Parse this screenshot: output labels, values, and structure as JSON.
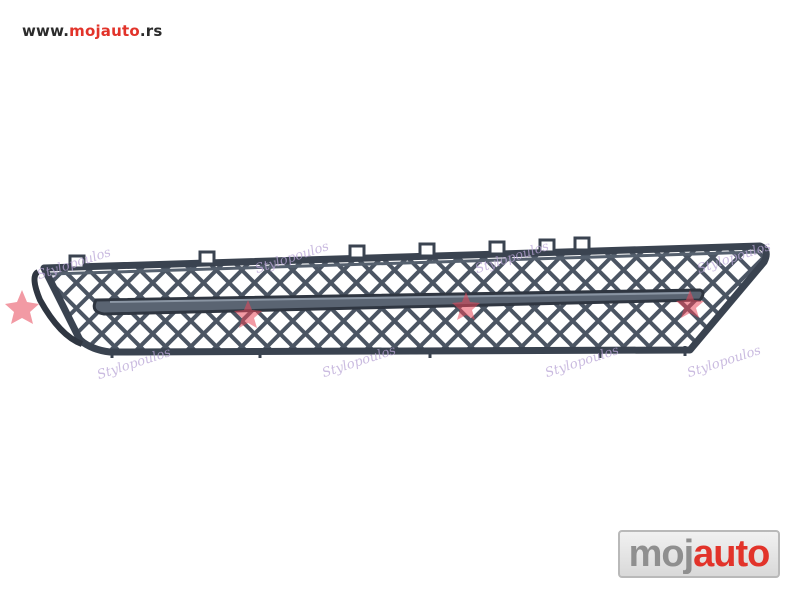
{
  "header": {
    "url_prefix": "www.",
    "url_brand": "mojauto",
    "url_suffix": ".rs"
  },
  "watermarks": {
    "text": "Stylopoulos"
  },
  "logo": {
    "part1": "moj",
    "part2": "auto"
  },
  "colors": {
    "url_dark": "#2b2b2b",
    "url_brand": "#e2332a",
    "logo_dark": "#8f8f8f",
    "logo_brand": "#e2332a",
    "watermark": "#b9a5d6",
    "grille_frame": "#3a4350",
    "grille_mesh": "#4b5563"
  }
}
